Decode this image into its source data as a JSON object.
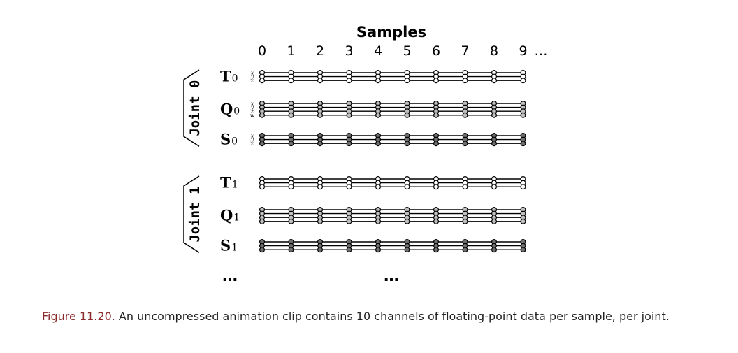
{
  "samples_title": "Samples",
  "sample_numbers": [
    "0",
    "1",
    "2",
    "3",
    "4",
    "5",
    "6",
    "7",
    "8",
    "9"
  ],
  "sample_ellipsis": "…",
  "joints": [
    {
      "label": "Joint 0",
      "channels": [
        {
          "letter": "T",
          "sub": "0",
          "components": [
            "x",
            "y",
            "z"
          ],
          "fill": "#ffffff"
        },
        {
          "letter": "Q",
          "sub": "0",
          "components": [
            "x",
            "y",
            "z",
            "w"
          ],
          "fill": "#c0c0c0"
        },
        {
          "letter": "S",
          "sub": "0",
          "components": [
            "x",
            "y",
            "z"
          ],
          "fill": "#6e6e6e"
        }
      ]
    },
    {
      "label": "Joint 1",
      "channels": [
        {
          "letter": "T",
          "sub": "1",
          "components": [
            "",
            "",
            ""
          ],
          "fill": "#ffffff"
        },
        {
          "letter": "Q",
          "sub": "1",
          "components": [
            "",
            "",
            "",
            ""
          ],
          "fill": "#c0c0c0"
        },
        {
          "letter": "S",
          "sub": "1",
          "components": [
            "",
            "",
            ""
          ],
          "fill": "#6e6e6e"
        }
      ]
    }
  ],
  "row_ellipsis": "…",
  "column_ellipsis": "…",
  "caption": {
    "label": "Figure 11.20.",
    "text": "An uncompressed animation clip contains 10 channels of floating-point data per sample, per joint."
  }
}
